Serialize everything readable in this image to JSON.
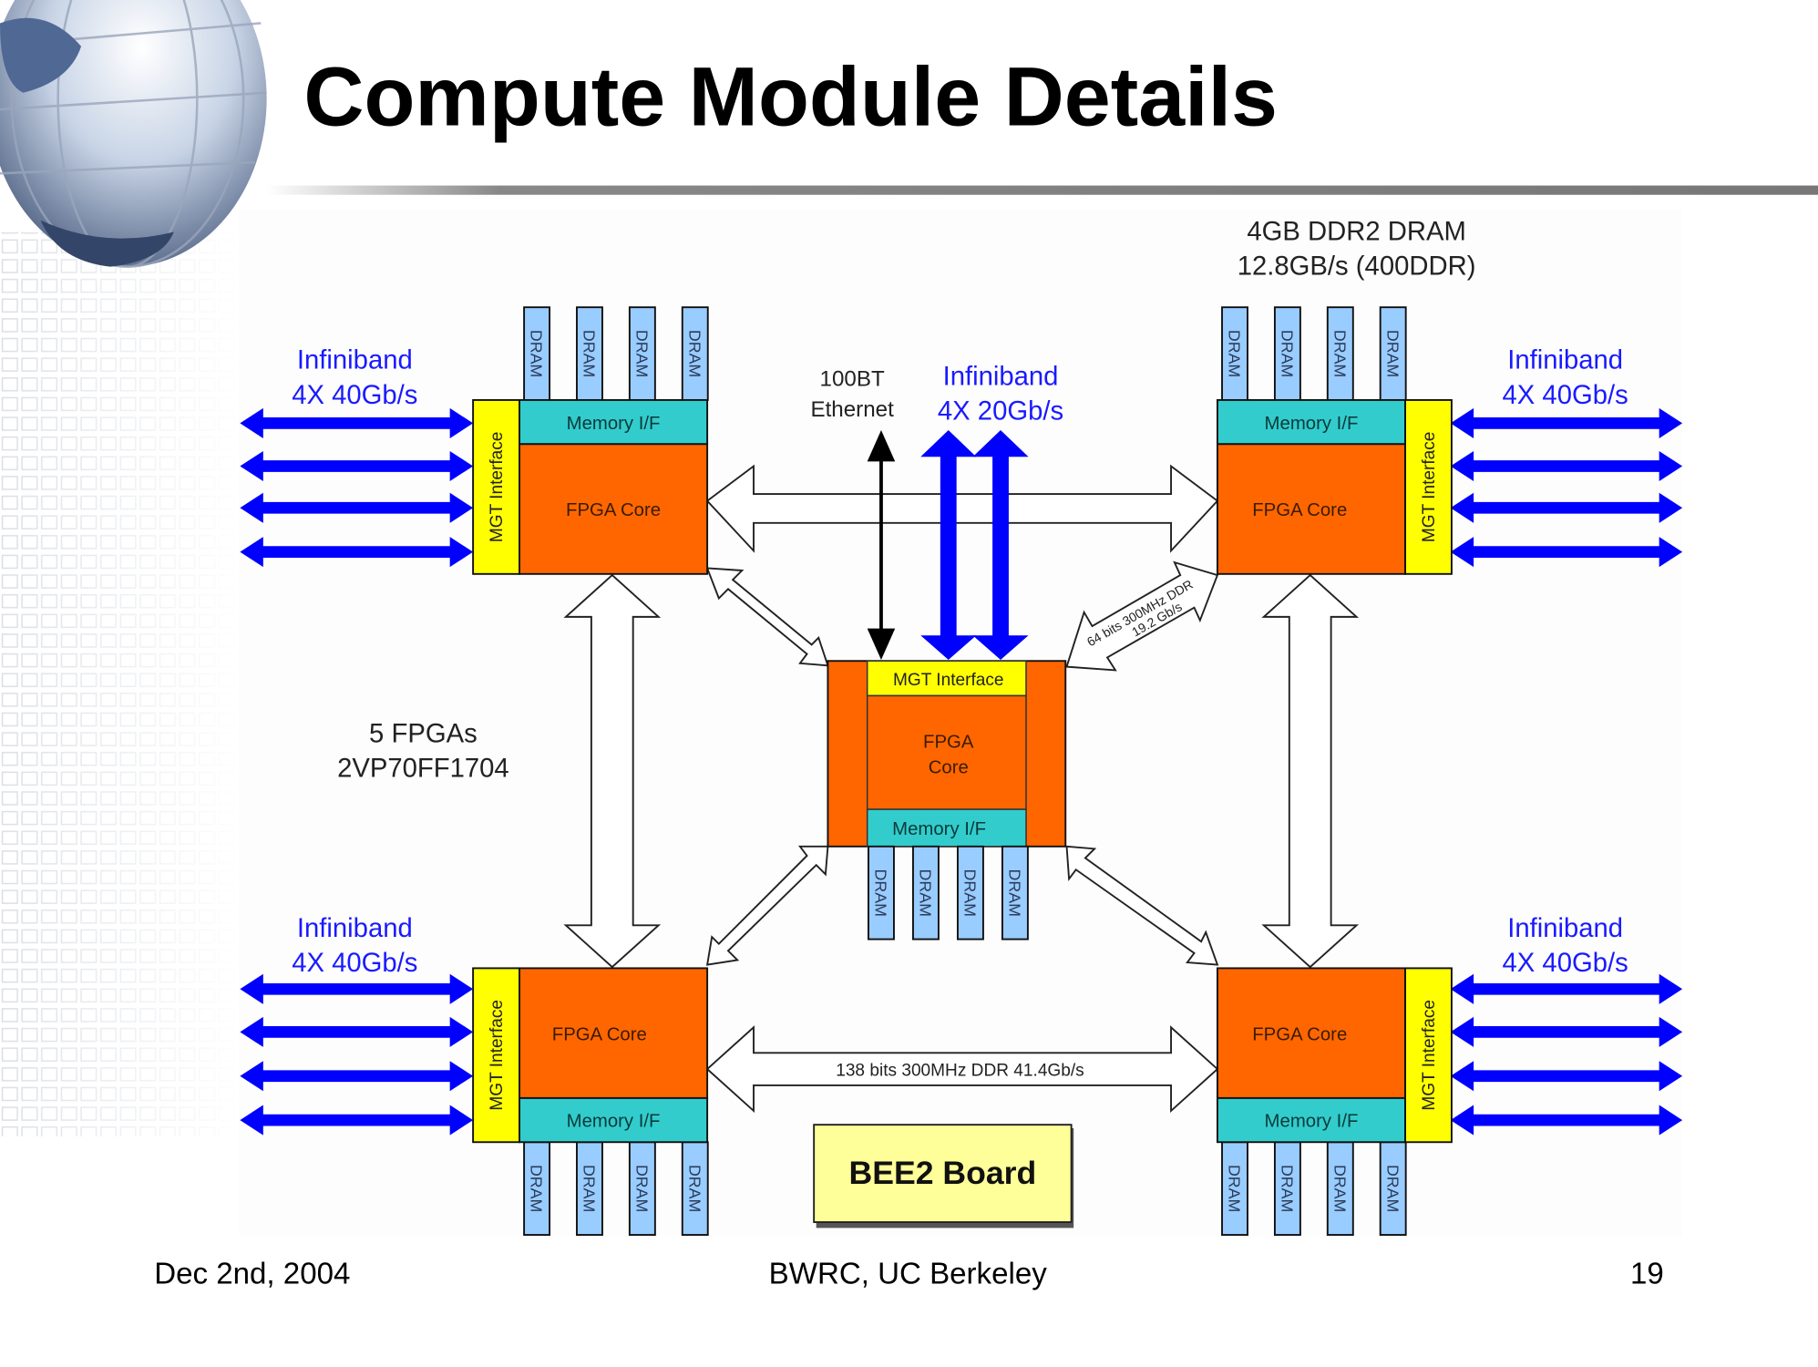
{
  "slide": {
    "title": "Compute Module Details",
    "footer": {
      "date": "Dec 2nd, 2004",
      "organization": "BWRC, UC Berkeley",
      "page_number": "19"
    }
  },
  "diagram": {
    "dram_spec": {
      "line1": "4GB DDR2 DRAM",
      "line2": "12.8GB/s (400DDR)"
    },
    "fpga_info": {
      "line1": "5 FPGAs",
      "line2": "2VP70FF1704"
    },
    "ethernet": {
      "line1": "100BT",
      "line2": "Ethernet"
    },
    "infiniband_center": {
      "line1": "Infiniband",
      "line2": "4X 20Gb/s"
    },
    "infiniband_corner": {
      "line1": "Infiniband",
      "line2": "4X 40Gb/s"
    },
    "block_labels": {
      "fpga_core": "FPGA Core",
      "fpga_core_center_line1": "FPGA",
      "fpga_core_center_line2": "Core",
      "memory_if": "Memory I/F",
      "mgt_interface": "MGT Interface",
      "dram": "DRAM"
    },
    "links": {
      "horizontal_bottom": "138 bits 300MHz DDR   41.4Gb/s",
      "diagonal_line1": "64 bits 300MHz DDR",
      "diagonal_line2": "19.2 Gb/s"
    },
    "board_label": "BEE2 Board",
    "colors": {
      "fpga_core": "#ff6600",
      "memory_if": "#33cccc",
      "mgt_interface": "#ffff00",
      "dram": "#99ccff",
      "infiniband_arrow": "#0000ff",
      "board_box": "#ffff99"
    }
  }
}
